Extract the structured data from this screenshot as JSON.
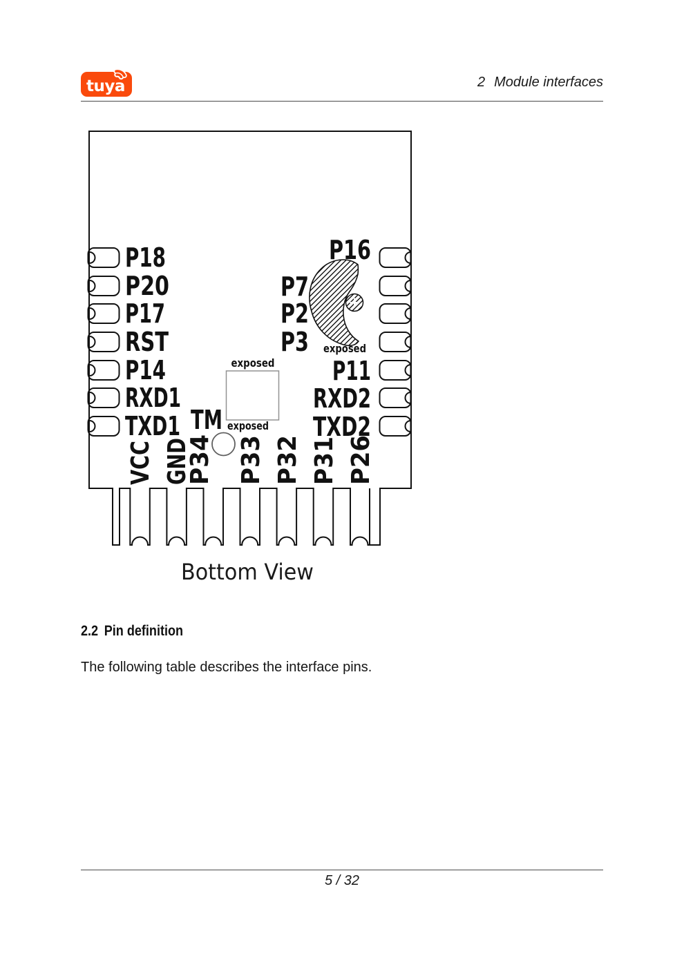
{
  "header": {
    "logo_text": "tuya",
    "chapter_number": "2",
    "chapter_title": "Module interfaces"
  },
  "diagram": {
    "caption": "Bottom View",
    "left_pins": [
      "P18",
      "P20",
      "P17",
      "RST",
      "P14",
      "RXD1",
      "TXD1"
    ],
    "inner_pins": [
      "P7",
      "P2",
      "P3"
    ],
    "right_pins": [
      "P16",
      "P11",
      "RXD2",
      "TXD2"
    ],
    "bottom_pins": [
      "VCC",
      "GND",
      "P34",
      "P33",
      "P32",
      "P31",
      "P26"
    ],
    "tm_label": "TM",
    "antenna_exposed_label": "exposed",
    "pad_exposed_top_label": "exposed",
    "pad_exposed_bottom_label": "exposed"
  },
  "section": {
    "number": "2.2",
    "title": "Pin definition"
  },
  "body_text": "The following table describes the interface pins.",
  "footer": {
    "page_indicator": "5 / 32"
  },
  "colors": {
    "logo_orange": "#FA4A0C",
    "diagram_stroke": "#111111",
    "pad_gray": "#929292"
  }
}
